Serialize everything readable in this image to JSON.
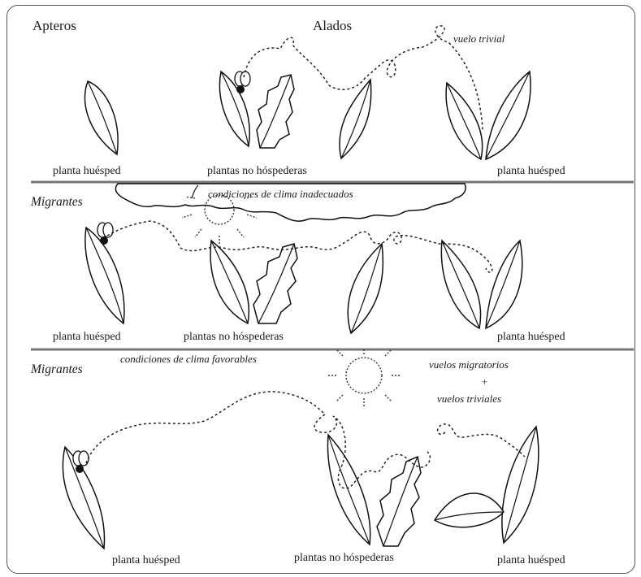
{
  "headers": {
    "apteros": "Apteros",
    "alados": "Alados"
  },
  "sections": {
    "s1": {
      "note": "vuelo trivial",
      "labels": [
        "planta huésped",
        "plantas no hóspederas",
        "planta huésped"
      ]
    },
    "s2": {
      "title": "Migrantes",
      "cloud_text": "condiciones de clima inadecuados",
      "labels": [
        "planta huésped",
        "plantas no hóspederas",
        "planta huésped"
      ]
    },
    "s3": {
      "title": "Migrantes",
      "conditions": "condiciones de clima favorables",
      "note_line1": "vuelos migratorios",
      "note_plus": "+",
      "note_line2": "vuelos triviales",
      "labels": [
        "planta huésped",
        "plantas no hóspederas",
        "planta huésped"
      ]
    }
  }
}
